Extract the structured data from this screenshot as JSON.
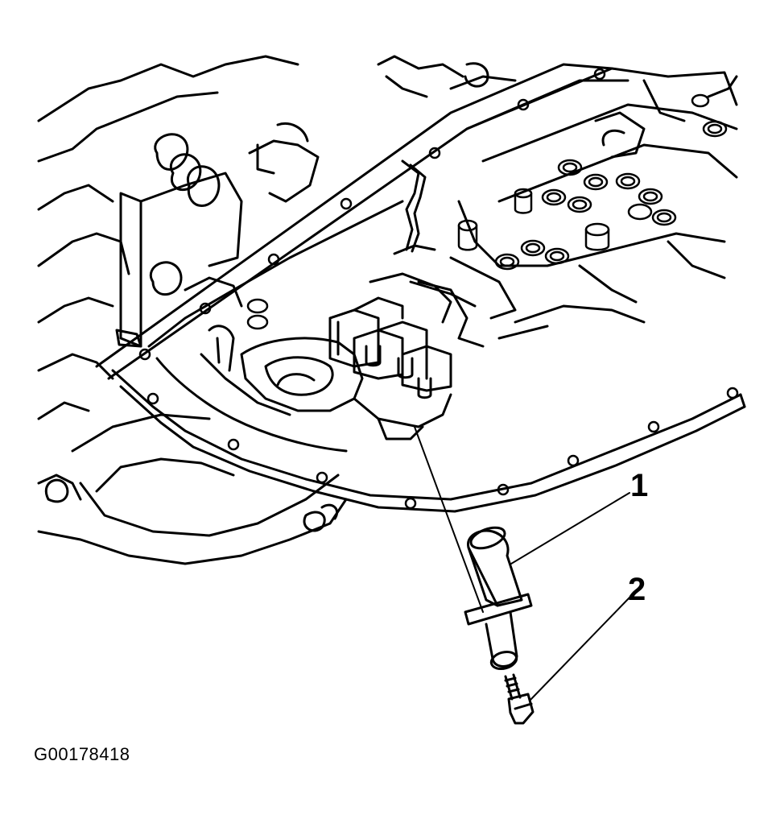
{
  "callouts": [
    {
      "label": "1",
      "part": "sensor"
    },
    {
      "label": "2",
      "part": "bolt"
    }
  ],
  "figure_id": "G00178418",
  "colors": {
    "ink": "#000000",
    "paper": "#ffffff"
  }
}
